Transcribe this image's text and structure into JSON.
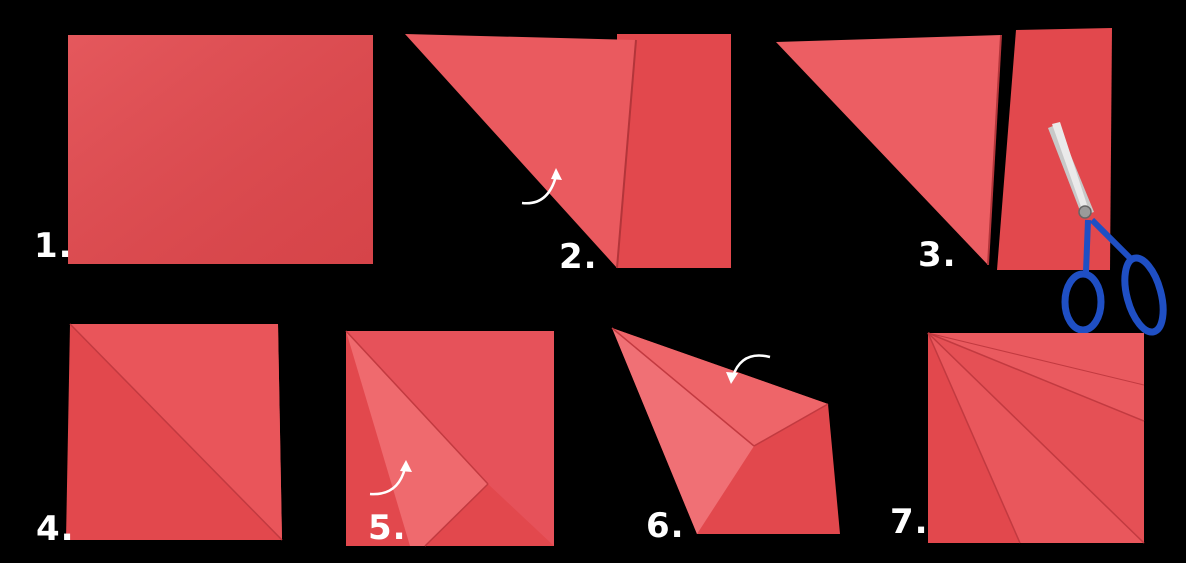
{
  "image": {
    "background_color": "#000000",
    "paper_color": "#e2484d",
    "paper_fold_color": "#f06b6f",
    "paper_shadow_color": "#c93a40",
    "arrow_color": "#ffffff",
    "scissors_handle_color": "#1f4fc4"
  },
  "steps": [
    {
      "label": "1."
    },
    {
      "label": "2."
    },
    {
      "label": "3."
    },
    {
      "label": "4."
    },
    {
      "label": "5."
    },
    {
      "label": "6."
    },
    {
      "label": "7."
    }
  ]
}
